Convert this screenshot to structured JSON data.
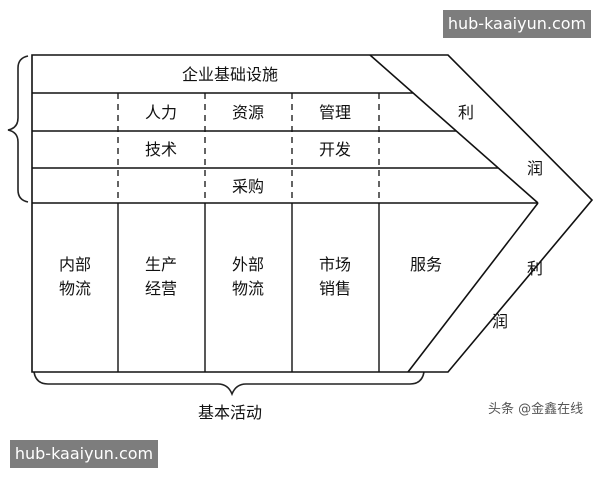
{
  "support": {
    "infrastructure": "企业基础设施",
    "hr": "人力",
    "hr2": "资源",
    "hr3": "管理",
    "tech": "技术",
    "tech2": "开发",
    "procurement": "采购"
  },
  "primary": {
    "inbound_1": "内部",
    "inbound_2": "物流",
    "operations_1": "生产",
    "operations_2": "经营",
    "outbound_1": "外部",
    "outbound_2": "物流",
    "marketing_1": "市场",
    "marketing_2": "销售",
    "service": "服务"
  },
  "margin": {
    "upper_1": "利",
    "upper_2": "润",
    "lower_1": "利",
    "lower_2": "润"
  },
  "bottom_label": "基本活动",
  "watermark": {
    "top": "hub-kaaiyun.com",
    "bottom": "hub-kaaiyun.com"
  },
  "credit": "头条 @金鑫在线"
}
